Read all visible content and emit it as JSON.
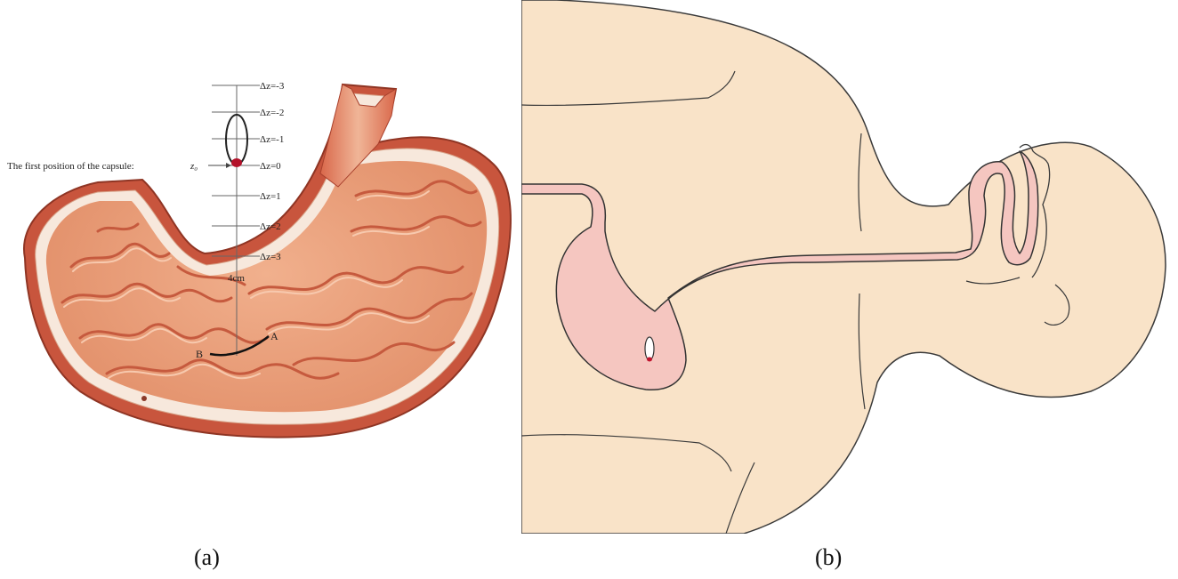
{
  "panel_a": {
    "caption": "(a)",
    "first_position_label": "The first position of the capsule:",
    "first_position_symbol": "z₀",
    "depth_levels": [
      {
        "label": "Δz=-3",
        "value": -3
      },
      {
        "label": "Δz=-2",
        "value": -2
      },
      {
        "label": "Δz=-1",
        "value": -1
      },
      {
        "label": "Δz=0",
        "value": 0
      },
      {
        "label": "Δz=1",
        "value": 1
      },
      {
        "label": "Δz=2",
        "value": 2
      },
      {
        "label": "Δz=3",
        "value": 3
      }
    ],
    "scale_label": "4cm",
    "point_a_label": "A",
    "point_b_label": "B",
    "colors": {
      "stomach_wall": "#c8553d",
      "stomach_wall_dark": "#a8402c",
      "mucosa": "#e9a27f",
      "fold": "#d06b4c",
      "fold_light": "#f6c9ad",
      "capsule_fill": "#b3122a",
      "ruler_line": "#555555"
    }
  },
  "panel_b": {
    "caption": "(b)",
    "colors": {
      "body_fill": "#f9e3c8",
      "body_outline": "#3a3a3a",
      "tract_fill": "#f5c6c0",
      "tract_outline": "#333333",
      "capsule_fill": "#ffffff",
      "capsule_tip": "#c0142e"
    }
  }
}
